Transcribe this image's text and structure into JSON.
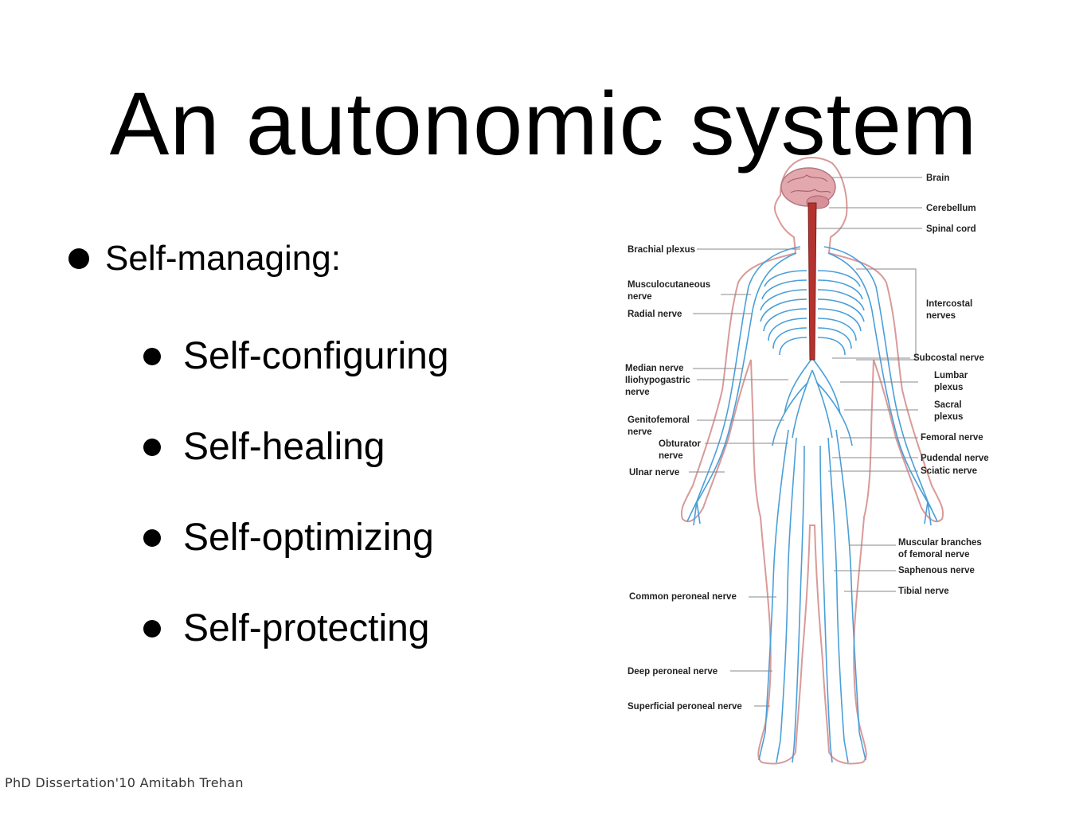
{
  "slide": {
    "title": "An autonomic system",
    "bullet_main": "Self-managing:",
    "sub_bullets": [
      "Self-configuring",
      "Self-healing",
      "Self-optimizing",
      "Self-protecting"
    ],
    "footer": "PhD Dissertation'10 Amitabh Trehan"
  },
  "diagram": {
    "labels_right": {
      "brain": "Brain",
      "cerebellum": "Cerebellum",
      "spinal_cord": "Spinal cord",
      "intercostal_1": "Intercostal",
      "intercostal_2": "nerves",
      "subcostal": "Subcostal nerve",
      "lumbar_1": "Lumbar",
      "lumbar_2": "plexus",
      "sacral_1": "Sacral",
      "sacral_2": "plexus",
      "femoral": "Femoral nerve",
      "pudendal": "Pudendal nerve",
      "sciatic": "Sciatic nerve",
      "muscular_1": "Muscular branches",
      "muscular_2": "of femoral nerve",
      "saphenous": "Saphenous nerve",
      "tibial": "Tibial nerve"
    },
    "labels_left": {
      "brachial": "Brachial plexus",
      "musculo_1": "Musculocutaneous",
      "musculo_2": "nerve",
      "radial": "Radial nerve",
      "median": "Median nerve",
      "ilio_1": "Iliohypogastric",
      "ilio_2": "nerve",
      "genito_1": "Genitofemoral",
      "genito_2": "nerve",
      "obturator_1": "Obturator",
      "obturator_2": "nerve",
      "ulnar": "Ulnar nerve",
      "common_peroneal": "Common peroneal nerve",
      "deep_peroneal": "Deep peroneal nerve",
      "superficial_peroneal": "Superficial peroneal nerve"
    },
    "colors": {
      "nerve": "#4a9fd8",
      "skin": "#d99a9a",
      "spinal_cord": "#b5332e",
      "brain": "#e3a7ae"
    }
  }
}
